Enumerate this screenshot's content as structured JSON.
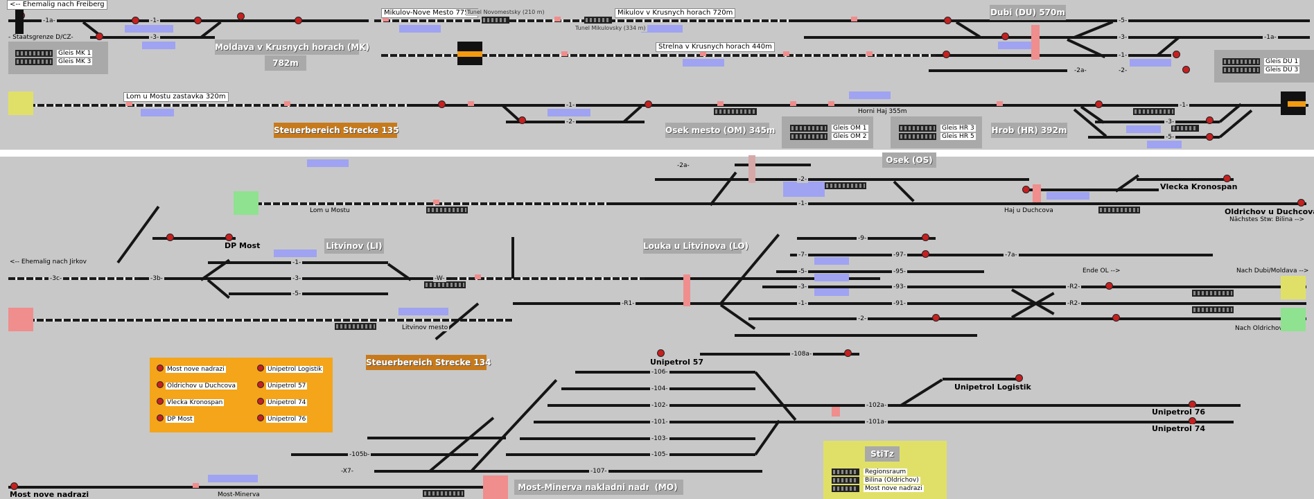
{
  "top": {
    "edge_labels": {
      "ehemalig_freiberg": "<-- Ehemalig nach Freiberg",
      "staatsgrenze": "- Staatsgrenze D/CZ-"
    },
    "stations": {
      "moldava": "Moldava v Krusnych horach (MK)",
      "moldava_km": "782m",
      "dubi": "Dubi (DU) 570m",
      "osek": "Osek mesto (OM) 345m",
      "hrob": "Hrob (HR) 392m",
      "steuer135": "Steuerbereich Strecke 135"
    },
    "line_labels": {
      "mikulov_nove": "Mikulov-Nove Mesto 775m",
      "tunel_novo": "Tunel Novomestsky (210 m)",
      "mikulov_krus": "Mikulov v Krusnych horach 720m",
      "tunel_miku": "Tunel Mikulovsky (334 m)",
      "strelna": "Strelna v Krusnych horach 440m",
      "lom_zast": "Lom u Mostu zastavka 320m",
      "horni_haj": "Horni Haj 355m"
    },
    "relay_groups": {
      "mk": [
        "Gleis MK 1",
        "Gleis MK 3"
      ],
      "du": [
        "Gleis DU 1",
        "Gleis DU 3"
      ],
      "om": [
        "Gleis OM 1",
        "Gleis OM 2"
      ],
      "hr": [
        "Gleis HR 3",
        "Gleis HR 5"
      ]
    },
    "track_ids": [
      "-1a-",
      "-1-",
      "-3-",
      "-1a-",
      "-5-",
      "-3-",
      "-1-",
      "-2a-",
      "-2-",
      "-1-",
      "-2-",
      "-1-",
      "-3-",
      "-5-"
    ]
  },
  "bottom": {
    "stations": {
      "osek_os": "Osek (OS)",
      "litvinov": "Litvinov (LI)",
      "louka": "Louka u Litvinova (LO)",
      "steuer134": "Steuerbereich Strecke 134",
      "most_minerva": "Most-Minerva nakladni nadrazi",
      "mo": "(MO)",
      "stitz": "StiTz"
    },
    "place_labels": {
      "vlecka": "Vlecka Kronospan",
      "oldrichov": "Oldrichov u Duchcova",
      "nachstes": "Nächstes Stw: Bilina -->",
      "haj": "Haj u Duchcova",
      "lom_mostu": "Lom u Mostu",
      "dp_most": "DP Most",
      "ehemalig_jirkov": "<-- Ehemalig nach Jirkov",
      "litvinov_mesto": "Litvinov mesto",
      "ende_ol": "Ende OL -->",
      "nach_dubi": "Nach Dubi/Moldava -->",
      "nach_oldrichov": "Nach Oldrichov -->",
      "unipetrol57": "Unipetrol 57",
      "unipetrol_log": "Unipetrol Logistik",
      "unipetrol76": "Unipetrol 76",
      "unipetrol74": "Unipetrol 74",
      "most_nove": "Most nove nadrazi",
      "most_minerva_small": "Most-Minerva"
    },
    "legend": {
      "left": [
        "Most nove nadrazi",
        "Oldrichov u Duchcova",
        "Vlecka Kronospan",
        "DP Most"
      ],
      "right": [
        "Unipetrol Logistik",
        "Unipetrol 57",
        "Unipetrol 74",
        "Unipetrol 76"
      ]
    },
    "stitz_items": [
      "Regionsraum",
      "Bilina (Oldrichov)",
      "Most nove nadrazi"
    ],
    "track_ids": [
      "-2a-",
      "-2-",
      "-1-",
      "-9-",
      "-97-",
      "-7-",
      "-95-",
      "-5-",
      "-93-",
      "-3-",
      "-91-",
      "-1-",
      "-2-",
      "-7a-",
      "-R2-",
      "-R2-",
      "-R1-",
      "-W-",
      "-1-",
      "-3-",
      "-5-",
      "-3b-",
      "-3c-",
      "-108a-",
      "-106-",
      "-104-",
      "-102-",
      "-101-",
      "-103-",
      "-105-",
      "-102a-",
      "-101a-",
      "-105b-",
      "-107-",
      "-X7-"
    ]
  },
  "colors": {
    "background": "#c8c8c8",
    "track": "#151515",
    "signal_red": "#c62020",
    "occupancy": "#9fa3f2",
    "station_box": "#a9a9a9",
    "orange": "#c77a1c",
    "legend_orange": "#f4a51a",
    "stitz_yellow": "#e0e068"
  }
}
